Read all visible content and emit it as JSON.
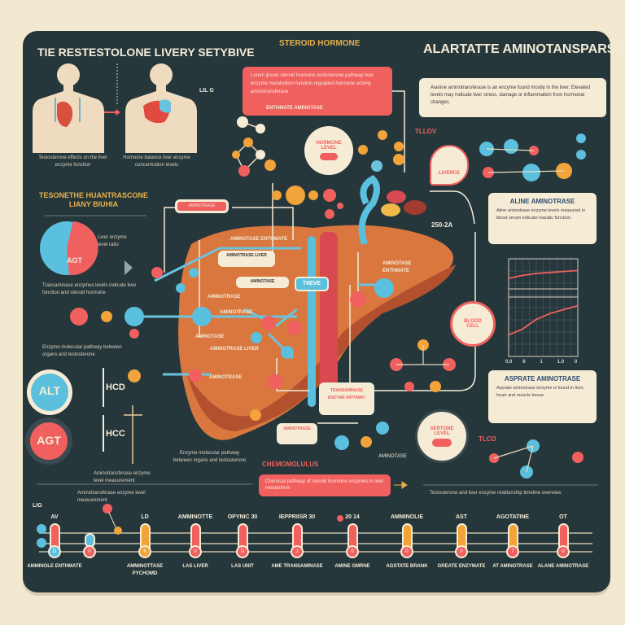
{
  "titles": {
    "main": "TIE RESTESTOLONE LIVERY SETYBIVE",
    "steroid": "STEROID HORMONE",
    "alanine": "ALARTATTE AMINOTANSPARSE",
    "left_section": "TESONETHE HUANTRASCONE LIANY BIUHIA",
    "enzyme_amin": "ENTHMATE AMINOTASE",
    "tllov": "TLLOV",
    "tlco": "TLCO",
    "chemicals": "CHEMOMOLULUS"
  },
  "boxes": {
    "steroid_text": "Lorem ipsum steroid hormone testosterone pathway liver enzyme metabolism function regulated hormone activity aminotransferase",
    "alt_text": "Alanine aminotransferase is an enzyme found mostly in the liver. Elevated levels may indicate liver stress, damage or inflammation from hormonal changes.",
    "aline_title": "ALINE AMINOTRASE",
    "aline_text": "Aline aminotrase enzyme levels measured in blood serum indicate hepatic function.",
    "asprate_title": "ASPRATE AMINOTRASE",
    "asprate_text": "Asprate aminotrase enzyme is found in liver, heart and muscle tissue.",
    "bottom_red": "Chemical pathway of steroid hormone enzymes in liver metabolism",
    "liver_label_1": "AMINOTASE ENTHMATE",
    "liver_label_2": "AMINOTASE",
    "liver_label_3": "AMINOTRASE",
    "liver_label_4": "AMINOTRASE LIVER",
    "liver_badge": "TIIEVE",
    "center_box": "TRANSAMINASE ENZYME PATHWAY",
    "small_red_tag": "AMINOTRASE",
    "steroid_circle": "HORMONE LEVEL",
    "blood_circle": "BLOOD CELL",
    "sertone_circle": "SERTONE LEVEL",
    "bubble": "LIVERCE",
    "code_label": "250-2A",
    "alt_pie": "AGT",
    "alt_badge": "ALT",
    "agt_badge": "AGT",
    "hcd_1": "HCD",
    "hcd_2": "HCC",
    "body_caption_1": "Testosterone effects on the liver enzyme function",
    "body_caption_2": "Hormone balance liver enzyme concentration levels",
    "pie_caption": "Liver enzyme level ratio",
    "left_caption_1": "Transaminase enzymes levels indicate liver function and steroid hormone",
    "left_caption_2": "Enzyme molecular pathway between organs and testosterone",
    "bottom_left_caption": "Aminotransferase enzyme level measurement",
    "bottom_right_caption": "Testosterone and liver enzyme relationship timeline overview"
  },
  "timeline": {
    "label": "LIG",
    "items": [
      {
        "top": "AV",
        "bottom": "AMMINOLE ENTHMATE",
        "color": "#f0605e",
        "dot": "D",
        "dotcolor": "#5bc0de"
      },
      {
        "top": "",
        "bottom": "",
        "color": "#5bc0de",
        "dot": "0",
        "dotcolor": "#f0605e"
      },
      {
        "top": "LD",
        "bottom": "AMMINOTTASE PYCHOMD",
        "color": "#f2a33a",
        "dot": "6",
        "dotcolor": "#f2a33a"
      },
      {
        "top": "AMMINOTTE",
        "bottom": "LAS LIVER",
        "color": "#f0605e",
        "dot": "0",
        "dotcolor": "#f0605e"
      },
      {
        "top": "OPYNIC 30",
        "bottom": "LAS UNIT",
        "color": "#f0605e",
        "dot": "D",
        "dotcolor": "#f0605e"
      },
      {
        "top": "IEPPRIISR 30",
        "bottom": "AME TRANSAMINASE",
        "color": "#f0605e",
        "dot": "J",
        "dotcolor": "#f0605e"
      },
      {
        "top": "20 14",
        "bottom": "AMINE GMRNE",
        "color": "#f0605e",
        "dot": "0",
        "dotcolor": "#f0605e"
      },
      {
        "top": "AMMINOLIE",
        "bottom": "AGSTATE BRANK",
        "color": "#f2a33a",
        "dot": "0",
        "dotcolor": "#f0605e"
      },
      {
        "top": "AST",
        "bottom": "GREATE ENZYMATE",
        "color": "#f2a33a",
        "dot": "0",
        "dotcolor": "#f0605e"
      },
      {
        "top": "AGOTATINE",
        "bottom": "AT AMINOTRASE",
        "color": "#f2a33a",
        "dot": "7",
        "dotcolor": "#f0605e"
      },
      {
        "top": "OT",
        "bottom": "ALANE AMINOTRASE",
        "color": "#f0605e",
        "dot": "0",
        "dotcolor": "#f0605e"
      }
    ]
  },
  "chart_data": {
    "type": "line",
    "x_ticks": [
      "0.0",
      "6",
      "1",
      "1.0",
      "0"
    ],
    "grid": true,
    "series": [
      {
        "values": [
          0.8,
          0.83,
          0.85,
          0.86,
          0.87,
          0.88
        ]
      },
      {
        "values": [
          0.22,
          0.28,
          0.38,
          0.44,
          0.48,
          0.52
        ]
      }
    ],
    "ylim": [
      0,
      1
    ]
  },
  "colors": {
    "background": "#f3e8d0",
    "panel": "#26373c",
    "red": "#f0605e",
    "blue": "#5bc0de",
    "orange": "#f2a33a",
    "cream": "#f6ecd6",
    "liver": "#d9773f"
  }
}
